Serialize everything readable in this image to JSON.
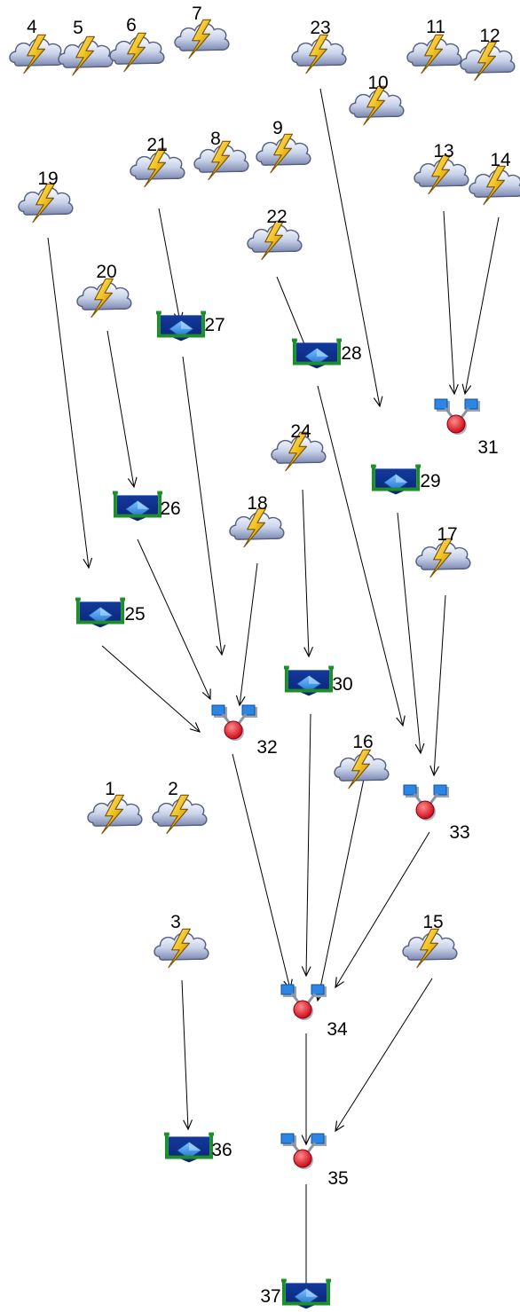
{
  "diagram": {
    "nodes": [
      {
        "id": "1",
        "kind": "storm",
        "label": "1"
      },
      {
        "id": "2",
        "kind": "storm",
        "label": "2"
      },
      {
        "id": "3",
        "kind": "storm",
        "label": "3"
      },
      {
        "id": "4",
        "kind": "storm",
        "label": "4"
      },
      {
        "id": "5",
        "kind": "storm",
        "label": "5"
      },
      {
        "id": "6",
        "kind": "storm",
        "label": "6"
      },
      {
        "id": "7",
        "kind": "storm",
        "label": "7"
      },
      {
        "id": "8",
        "kind": "storm",
        "label": "8"
      },
      {
        "id": "9",
        "kind": "storm",
        "label": "9"
      },
      {
        "id": "10",
        "kind": "storm",
        "label": "10"
      },
      {
        "id": "11",
        "kind": "storm",
        "label": "11"
      },
      {
        "id": "12",
        "kind": "storm",
        "label": "12"
      },
      {
        "id": "13",
        "kind": "storm",
        "label": "13"
      },
      {
        "id": "14",
        "kind": "storm",
        "label": "14"
      },
      {
        "id": "15",
        "kind": "storm",
        "label": "15"
      },
      {
        "id": "16",
        "kind": "storm",
        "label": "16"
      },
      {
        "id": "17",
        "kind": "storm",
        "label": "17"
      },
      {
        "id": "18",
        "kind": "storm",
        "label": "18"
      },
      {
        "id": "19",
        "kind": "storm",
        "label": "19"
      },
      {
        "id": "20",
        "kind": "storm",
        "label": "20"
      },
      {
        "id": "21",
        "kind": "storm",
        "label": "21"
      },
      {
        "id": "22",
        "kind": "storm",
        "label": "22"
      },
      {
        "id": "23",
        "kind": "storm",
        "label": "23"
      },
      {
        "id": "24",
        "kind": "storm",
        "label": "24"
      },
      {
        "id": "25",
        "kind": "basin",
        "label": "25"
      },
      {
        "id": "26",
        "kind": "basin",
        "label": "26"
      },
      {
        "id": "27",
        "kind": "basin",
        "label": "27"
      },
      {
        "id": "28",
        "kind": "basin",
        "label": "28"
      },
      {
        "id": "29",
        "kind": "basin",
        "label": "29"
      },
      {
        "id": "30",
        "kind": "basin",
        "label": "30"
      },
      {
        "id": "31",
        "kind": "junction",
        "label": "31"
      },
      {
        "id": "32",
        "kind": "junction",
        "label": "32"
      },
      {
        "id": "33",
        "kind": "junction",
        "label": "33"
      },
      {
        "id": "34",
        "kind": "junction",
        "label": "34"
      },
      {
        "id": "35",
        "kind": "junction",
        "label": "35"
      },
      {
        "id": "36",
        "kind": "basin",
        "label": "36"
      },
      {
        "id": "37",
        "kind": "basin",
        "label": "37"
      }
    ],
    "edges": [
      {
        "from": "21",
        "to": "27"
      },
      {
        "from": "22",
        "to": "28"
      },
      {
        "from": "23",
        "to": "29"
      },
      {
        "from": "13",
        "to": "31"
      },
      {
        "from": "14",
        "to": "31"
      },
      {
        "from": "20",
        "to": "26"
      },
      {
        "from": "19",
        "to": "25"
      },
      {
        "from": "25",
        "to": "32"
      },
      {
        "from": "26",
        "to": "32"
      },
      {
        "from": "27",
        "to": "32"
      },
      {
        "from": "18",
        "to": "32"
      },
      {
        "from": "24",
        "to": "30"
      },
      {
        "from": "28",
        "to": "33"
      },
      {
        "from": "29",
        "to": "33"
      },
      {
        "from": "17",
        "to": "33"
      },
      {
        "from": "32",
        "to": "34"
      },
      {
        "from": "30",
        "to": "34"
      },
      {
        "from": "16",
        "to": "34"
      },
      {
        "from": "33",
        "to": "34"
      },
      {
        "from": "3",
        "to": "36"
      },
      {
        "from": "34",
        "to": "35"
      },
      {
        "from": "15",
        "to": "35"
      },
      {
        "from": "35",
        "to": "37"
      }
    ]
  }
}
